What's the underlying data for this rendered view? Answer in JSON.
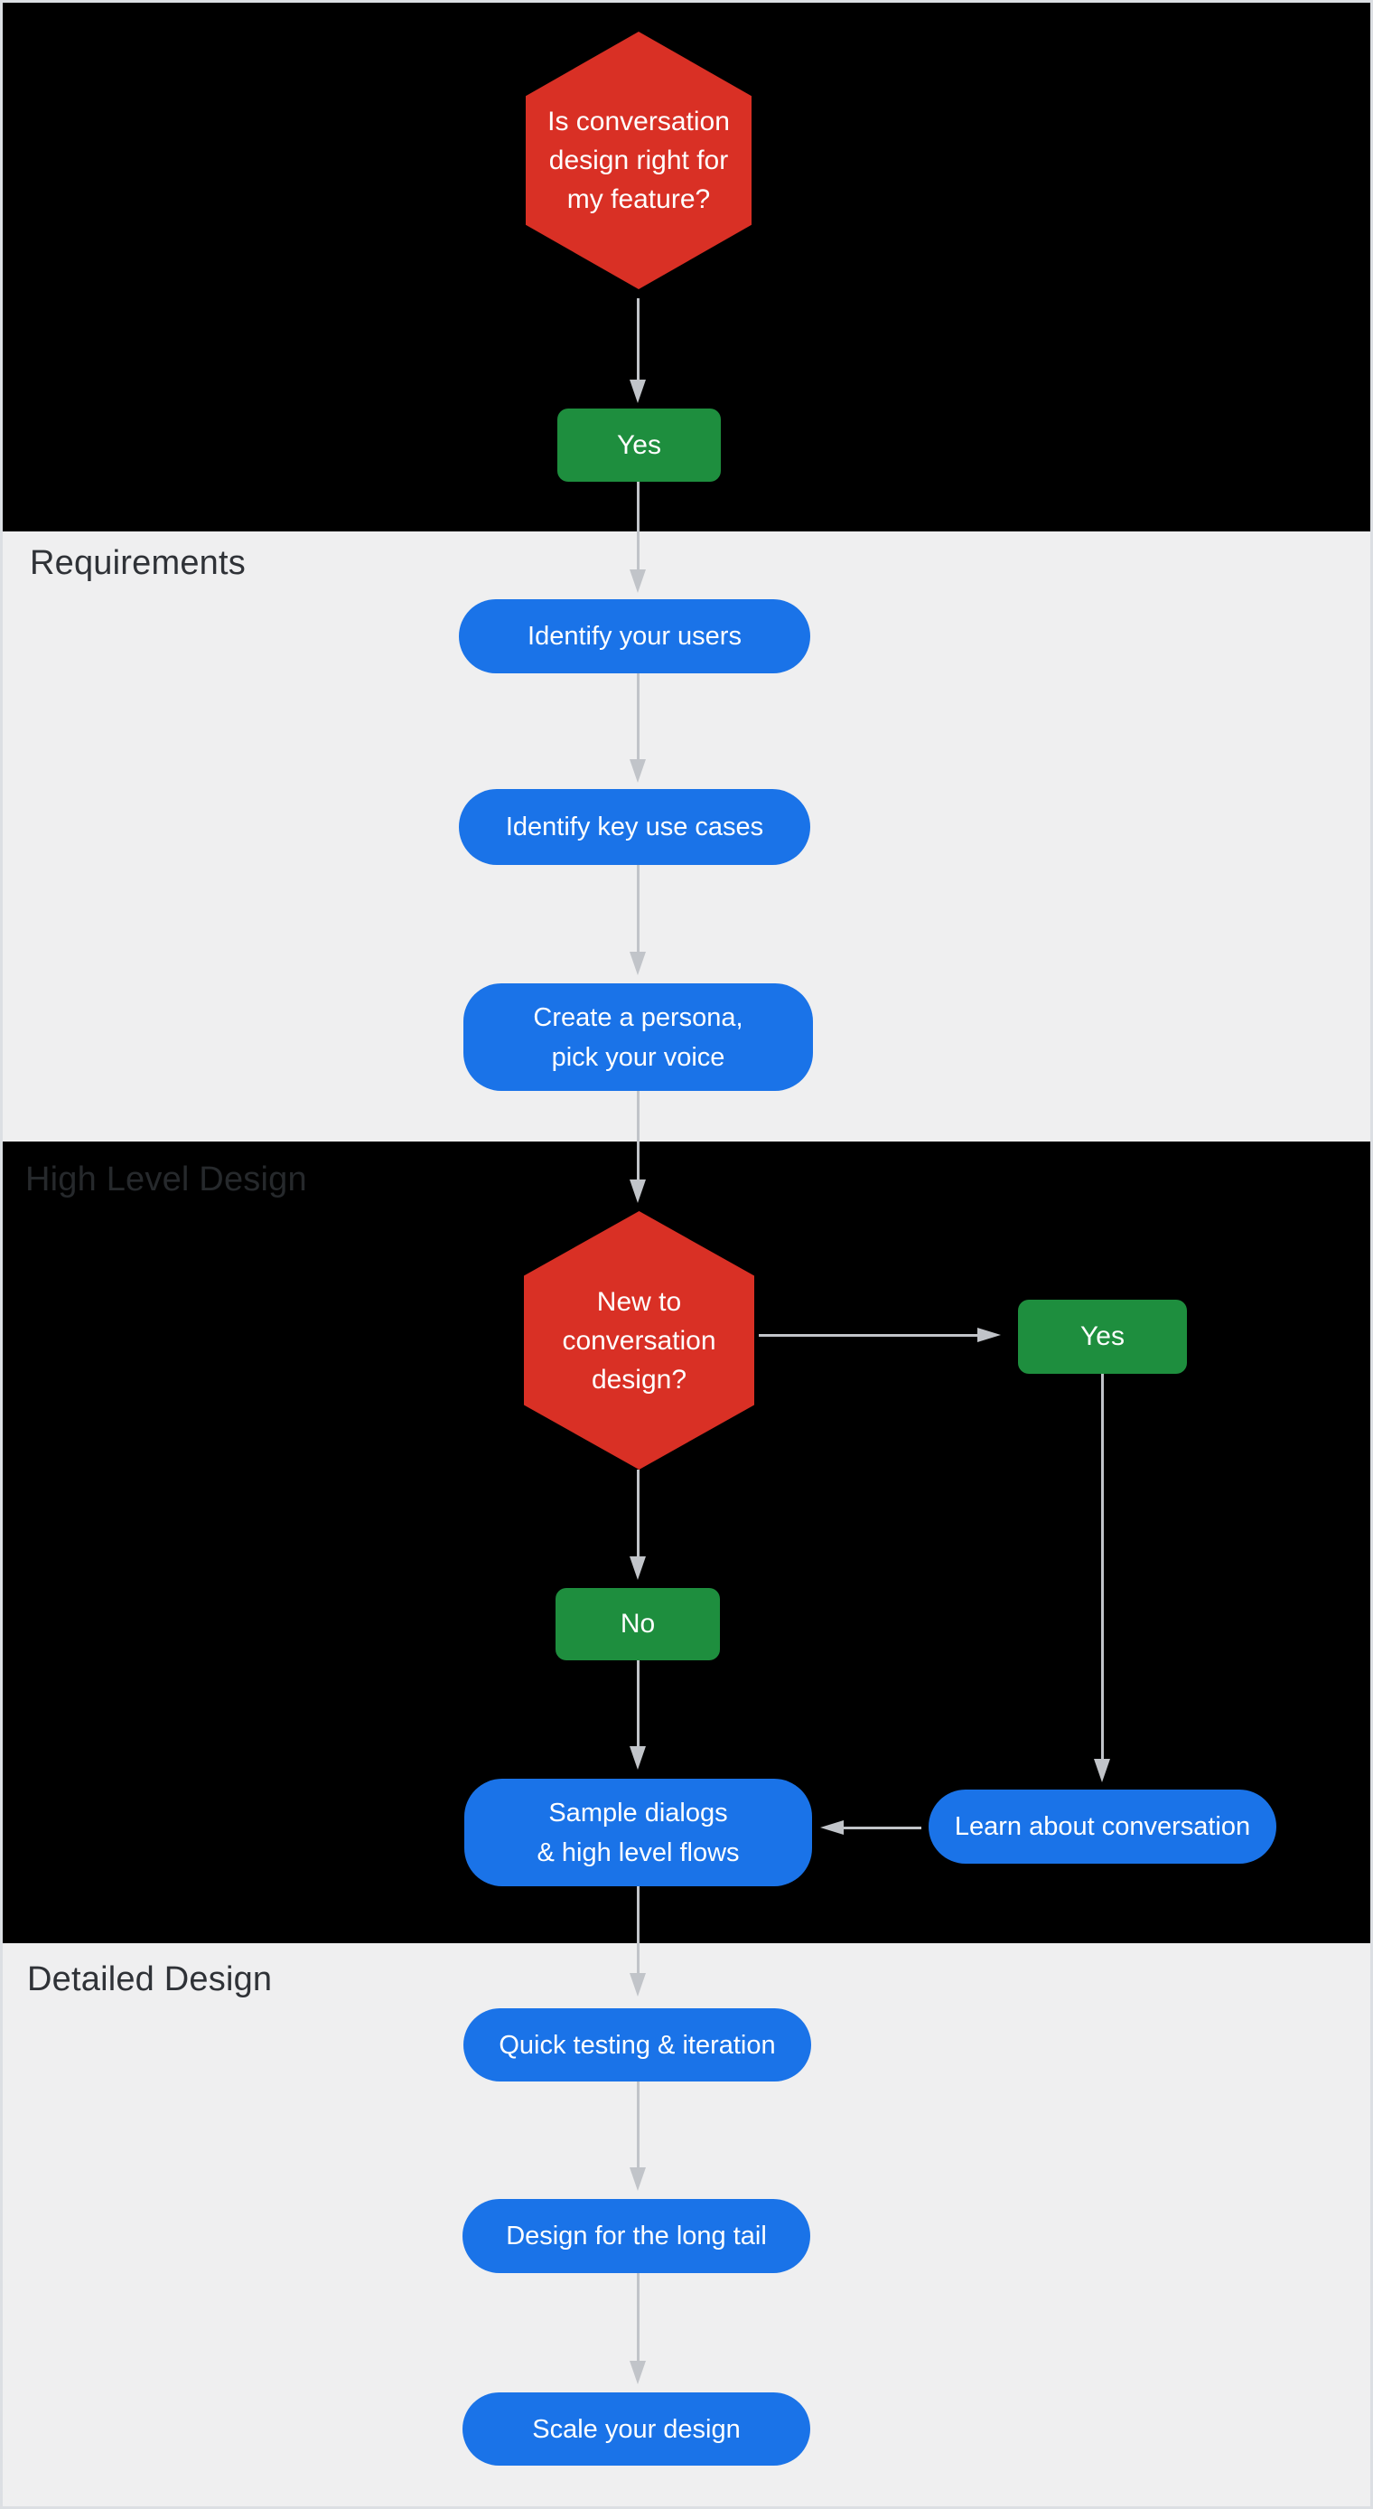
{
  "sections": {
    "requirements": {
      "label": "Requirements"
    },
    "high_level_design": {
      "label": "High Level Design"
    },
    "detailed_design": {
      "label": "Detailed Design"
    }
  },
  "nodes": {
    "q_feature": {
      "label": "Is conversation\ndesign right for\nmy feature?",
      "type": "decision"
    },
    "yes1": {
      "label": "Yes",
      "type": "answer"
    },
    "identify_users": {
      "label": "Identify your users",
      "type": "step"
    },
    "identify_use_cases": {
      "label": "Identify key use cases",
      "type": "step"
    },
    "create_persona": {
      "label": "Create a persona,\npick your voice",
      "type": "step"
    },
    "q_new_to_cd": {
      "label": "New to\nconversation\ndesign?",
      "type": "decision"
    },
    "yes2": {
      "label": "Yes",
      "type": "answer"
    },
    "no1": {
      "label": "No",
      "type": "answer"
    },
    "sample_dialogs": {
      "label": "Sample dialogs\n& high level flows",
      "type": "step"
    },
    "learn_conversation": {
      "label": "Learn about conversation",
      "type": "step"
    },
    "quick_testing": {
      "label": "Quick testing & iteration",
      "type": "step"
    },
    "long_tail": {
      "label": "Design for the long tail",
      "type": "step"
    },
    "scale_design": {
      "label": "Scale your design",
      "type": "step"
    }
  },
  "edges": [
    {
      "from": "q_feature",
      "to": "yes1"
    },
    {
      "from": "yes1",
      "to": "identify_users"
    },
    {
      "from": "identify_users",
      "to": "identify_use_cases"
    },
    {
      "from": "identify_use_cases",
      "to": "create_persona"
    },
    {
      "from": "create_persona",
      "to": "q_new_to_cd"
    },
    {
      "from": "q_new_to_cd",
      "to": "yes2"
    },
    {
      "from": "q_new_to_cd",
      "to": "no1"
    },
    {
      "from": "no1",
      "to": "sample_dialogs"
    },
    {
      "from": "yes2",
      "to": "learn_conversation"
    },
    {
      "from": "learn_conversation",
      "to": "sample_dialogs"
    },
    {
      "from": "sample_dialogs",
      "to": "quick_testing"
    },
    {
      "from": "quick_testing",
      "to": "long_tail"
    },
    {
      "from": "long_tail",
      "to": "scale_design"
    }
  ],
  "colors": {
    "decision_red": "#d93025",
    "answer_green": "#1e8e3e",
    "step_blue": "#1a73e8",
    "connector_gray": "#c1c4c9",
    "section_dark": "#000000",
    "section_light": "#efeff0"
  }
}
